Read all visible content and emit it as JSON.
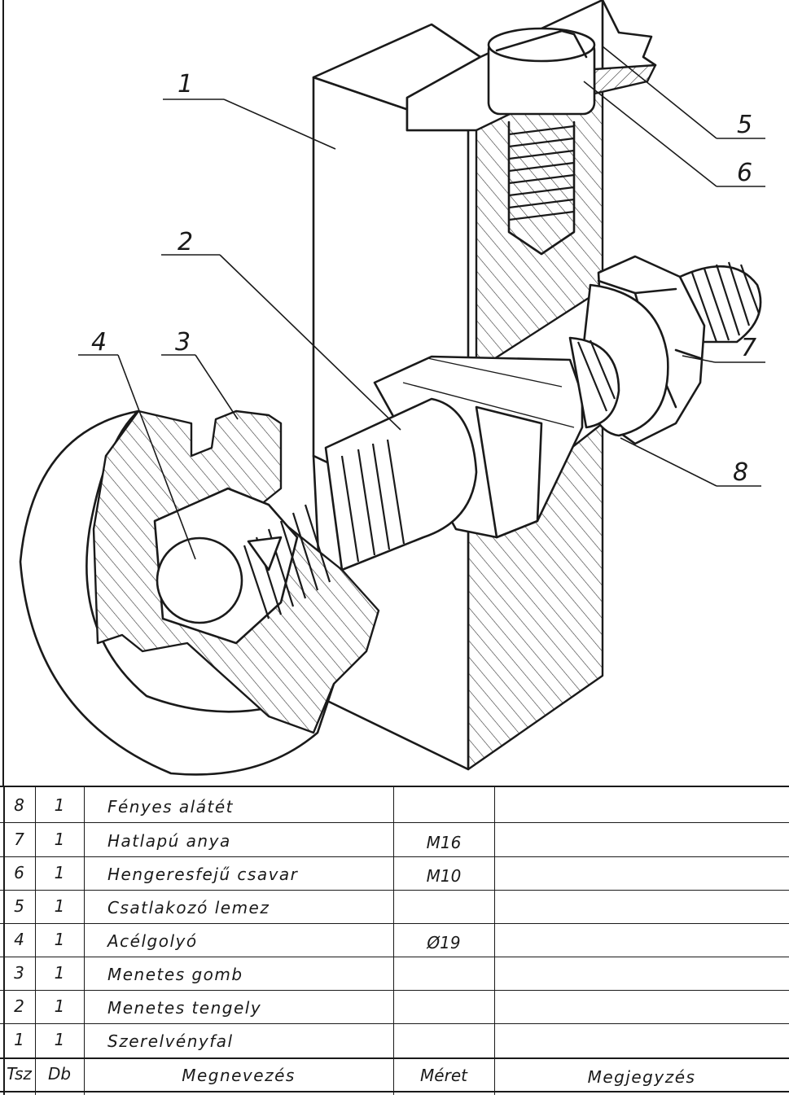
{
  "callouts": [
    {
      "label": "1"
    },
    {
      "label": "2"
    },
    {
      "label": "3"
    },
    {
      "label": "4"
    },
    {
      "label": "5"
    },
    {
      "label": "6"
    },
    {
      "label": "7"
    },
    {
      "label": "8"
    }
  ],
  "table": {
    "headers": {
      "tsz": "Tsz",
      "db": "Db",
      "name": "Megnevezés",
      "size": "Méret",
      "note": "Megjegyzés"
    },
    "rows": [
      {
        "tsz": "8",
        "db": "1",
        "name": "Fényes alátét",
        "size": "",
        "note": ""
      },
      {
        "tsz": "7",
        "db": "1",
        "name": "Hatlapú anya",
        "size": "M16",
        "note": ""
      },
      {
        "tsz": "6",
        "db": "1",
        "name": "Hengeresfejű csavar",
        "size": "M10",
        "note": ""
      },
      {
        "tsz": "5",
        "db": "1",
        "name": "Csatlakozó lemez",
        "size": "",
        "note": ""
      },
      {
        "tsz": "4",
        "db": "1",
        "name": "Acélgolyó",
        "size": "Ø19",
        "note": ""
      },
      {
        "tsz": "3",
        "db": "1",
        "name": "Menetes gomb",
        "size": "",
        "note": ""
      },
      {
        "tsz": "2",
        "db": "1",
        "name": "Menetes tengely",
        "size": "",
        "note": ""
      },
      {
        "tsz": "1",
        "db": "1",
        "name": "Szerelvényfal",
        "size": "",
        "note": ""
      }
    ]
  }
}
